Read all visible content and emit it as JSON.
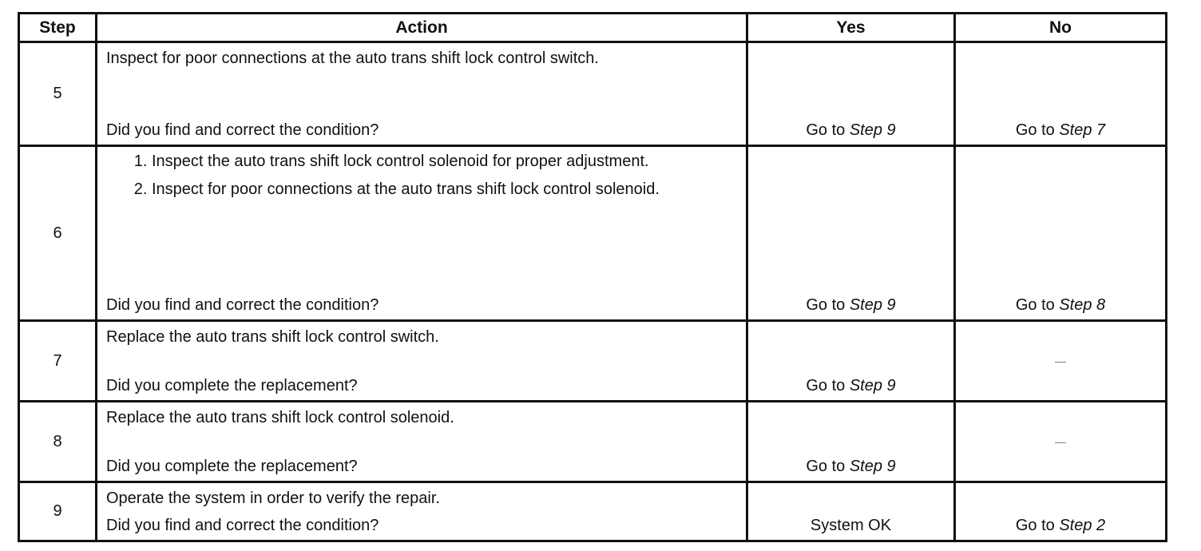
{
  "headers": {
    "step": "Step",
    "action": "Action",
    "yes": "Yes",
    "no": "No"
  },
  "rows": [
    {
      "step": "5",
      "action_text": "Inspect for poor connections at the auto trans shift lock control switch.",
      "question": "Did you find and correct the condition?",
      "yes_prefix": "Go to ",
      "yes_ref": "Step 9",
      "no_prefix": "Go to ",
      "no_ref": "Step 7"
    },
    {
      "step": "6",
      "action_items": [
        "Inspect the auto trans shift lock control solenoid for proper adjustment.",
        "Inspect for poor connections at the auto trans shift lock control solenoid."
      ],
      "question": "Did you find and correct the condition?",
      "yes_prefix": "Go to ",
      "yes_ref": "Step 9",
      "no_prefix": "Go to ",
      "no_ref": "Step 8"
    },
    {
      "step": "7",
      "action_text": "Replace the auto trans shift lock control switch.",
      "question": "Did you complete the replacement?",
      "yes_prefix": "Go to ",
      "yes_ref": "Step 9",
      "no_text": "—"
    },
    {
      "step": "8",
      "action_text": "Replace the auto trans shift lock control solenoid.",
      "question": "Did you complete the replacement?",
      "yes_prefix": "Go to ",
      "yes_ref": "Step 9",
      "no_text": "—"
    },
    {
      "step": "9",
      "action_text": "Operate the system in order to verify the repair.",
      "question": "Did you find and correct the condition?",
      "yes_text": "System OK",
      "no_prefix": "Go to ",
      "no_ref": "Step 2"
    }
  ]
}
